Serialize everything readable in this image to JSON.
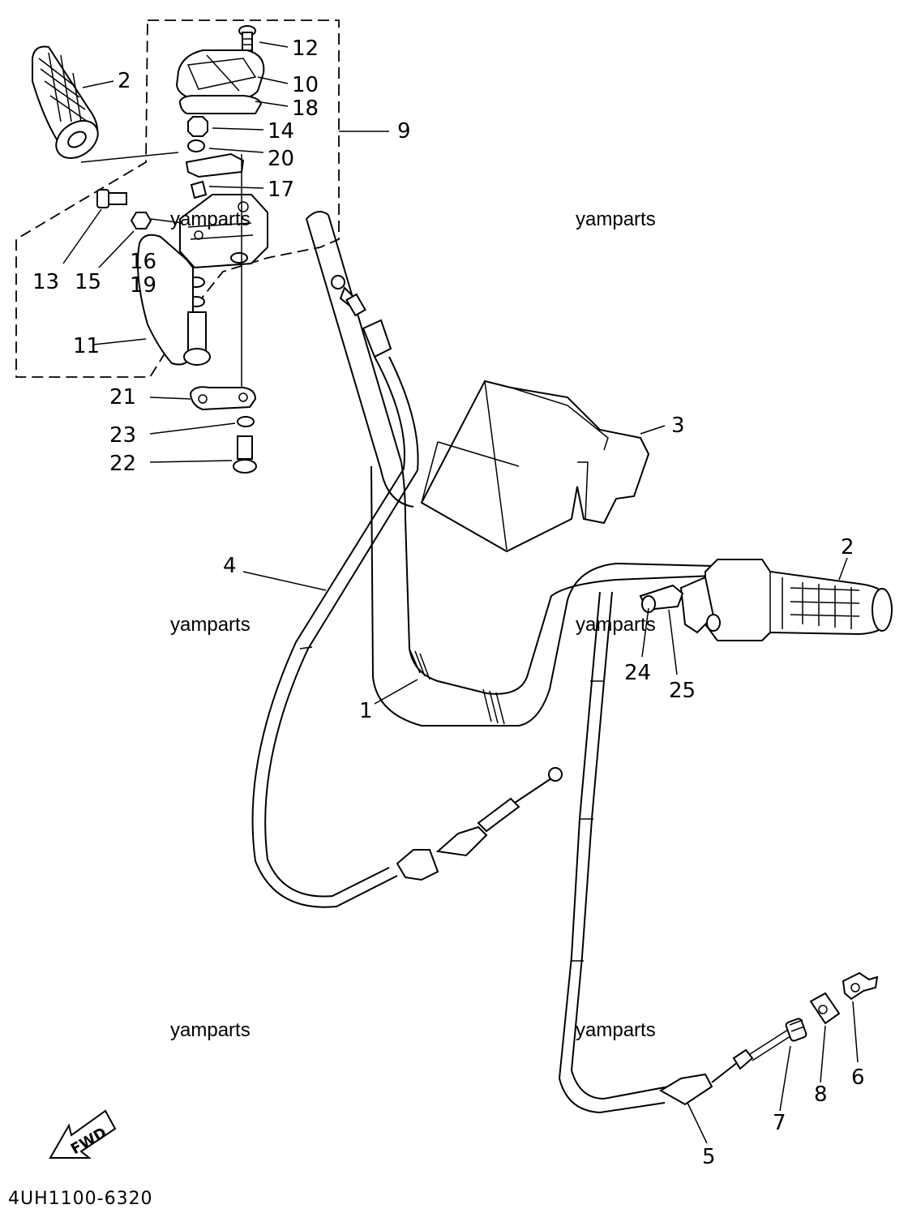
{
  "watermarks": [
    "yamparts",
    "yamparts",
    "yamparts",
    "yamparts",
    "yamparts",
    "yamparts"
  ],
  "callouts": [
    "2",
    "12",
    "10",
    "18",
    "14",
    "9",
    "20",
    "17",
    "13",
    "15",
    "16",
    "19",
    "11",
    "21",
    "23",
    "22",
    "3",
    "4",
    "2",
    "24",
    "25",
    "1",
    "5",
    "7",
    "8",
    "6"
  ],
  "fwd_label": "FWD",
  "diagram_code": "4UH1100-6320"
}
